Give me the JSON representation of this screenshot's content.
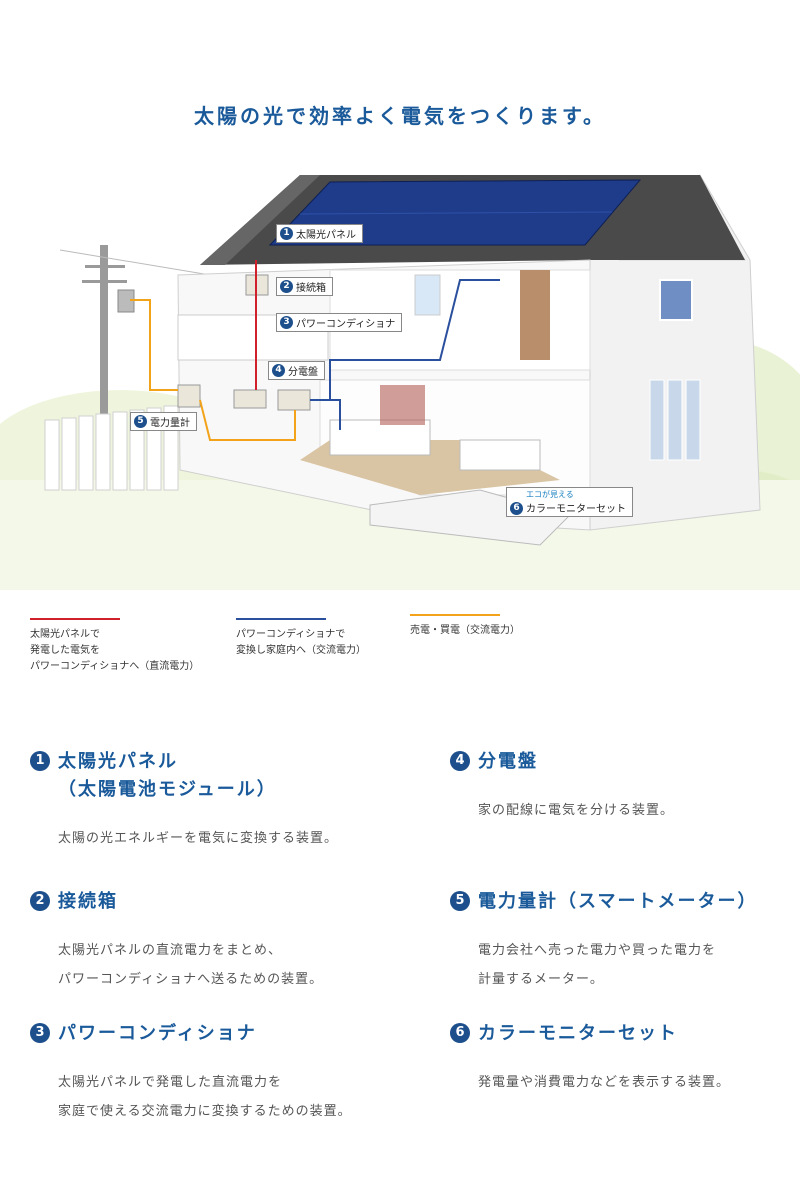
{
  "title": "太陽の光で効率よく電気をつくります。",
  "callouts": [
    {
      "num": "1",
      "label": "太陽光パネル"
    },
    {
      "num": "2",
      "label": "接続箱"
    },
    {
      "num": "3",
      "label": "パワーコンディショナ"
    },
    {
      "num": "4",
      "label": "分電盤"
    },
    {
      "num": "5",
      "label": "電力量計"
    },
    {
      "num": "6",
      "label": "カラーモニターセット",
      "sublabel": "エコが見える"
    }
  ],
  "legend": [
    {
      "color": "#d0202a",
      "text": "太陽光パネルで\n発電した電気を\nパワーコンディショナへ（直流電力）"
    },
    {
      "color": "#2a4f9c",
      "text": "パワーコンディショナで\n変換し家庭内へ（交流電力）"
    },
    {
      "color": "#f2a31a",
      "text": "売電・買電（交流電力）"
    }
  ],
  "items": [
    {
      "num": "1",
      "title": "太陽光パネル\n（太陽電池モジュール）",
      "desc": "太陽の光エネルギーを電気に変換する装置。"
    },
    {
      "num": "2",
      "title": "接続箱",
      "desc": "太陽光パネルの直流電力をまとめ、\nパワーコンディショナへ送るための装置。"
    },
    {
      "num": "3",
      "title": "パワーコンディショナ",
      "desc": "太陽光パネルで発電した直流電力を\n家庭で使える交流電力に変換するための装置。"
    },
    {
      "num": "4",
      "title": "分電盤",
      "desc": "家の配線に電気を分ける装置。"
    },
    {
      "num": "5",
      "title": "電力量計（スマートメーター）",
      "desc": "電力会社へ売った電力や買った電力を\n計量するメーター。"
    },
    {
      "num": "6",
      "title": "カラーモニターセット",
      "desc": "発電量や消費電力などを表示する装置。"
    }
  ]
}
